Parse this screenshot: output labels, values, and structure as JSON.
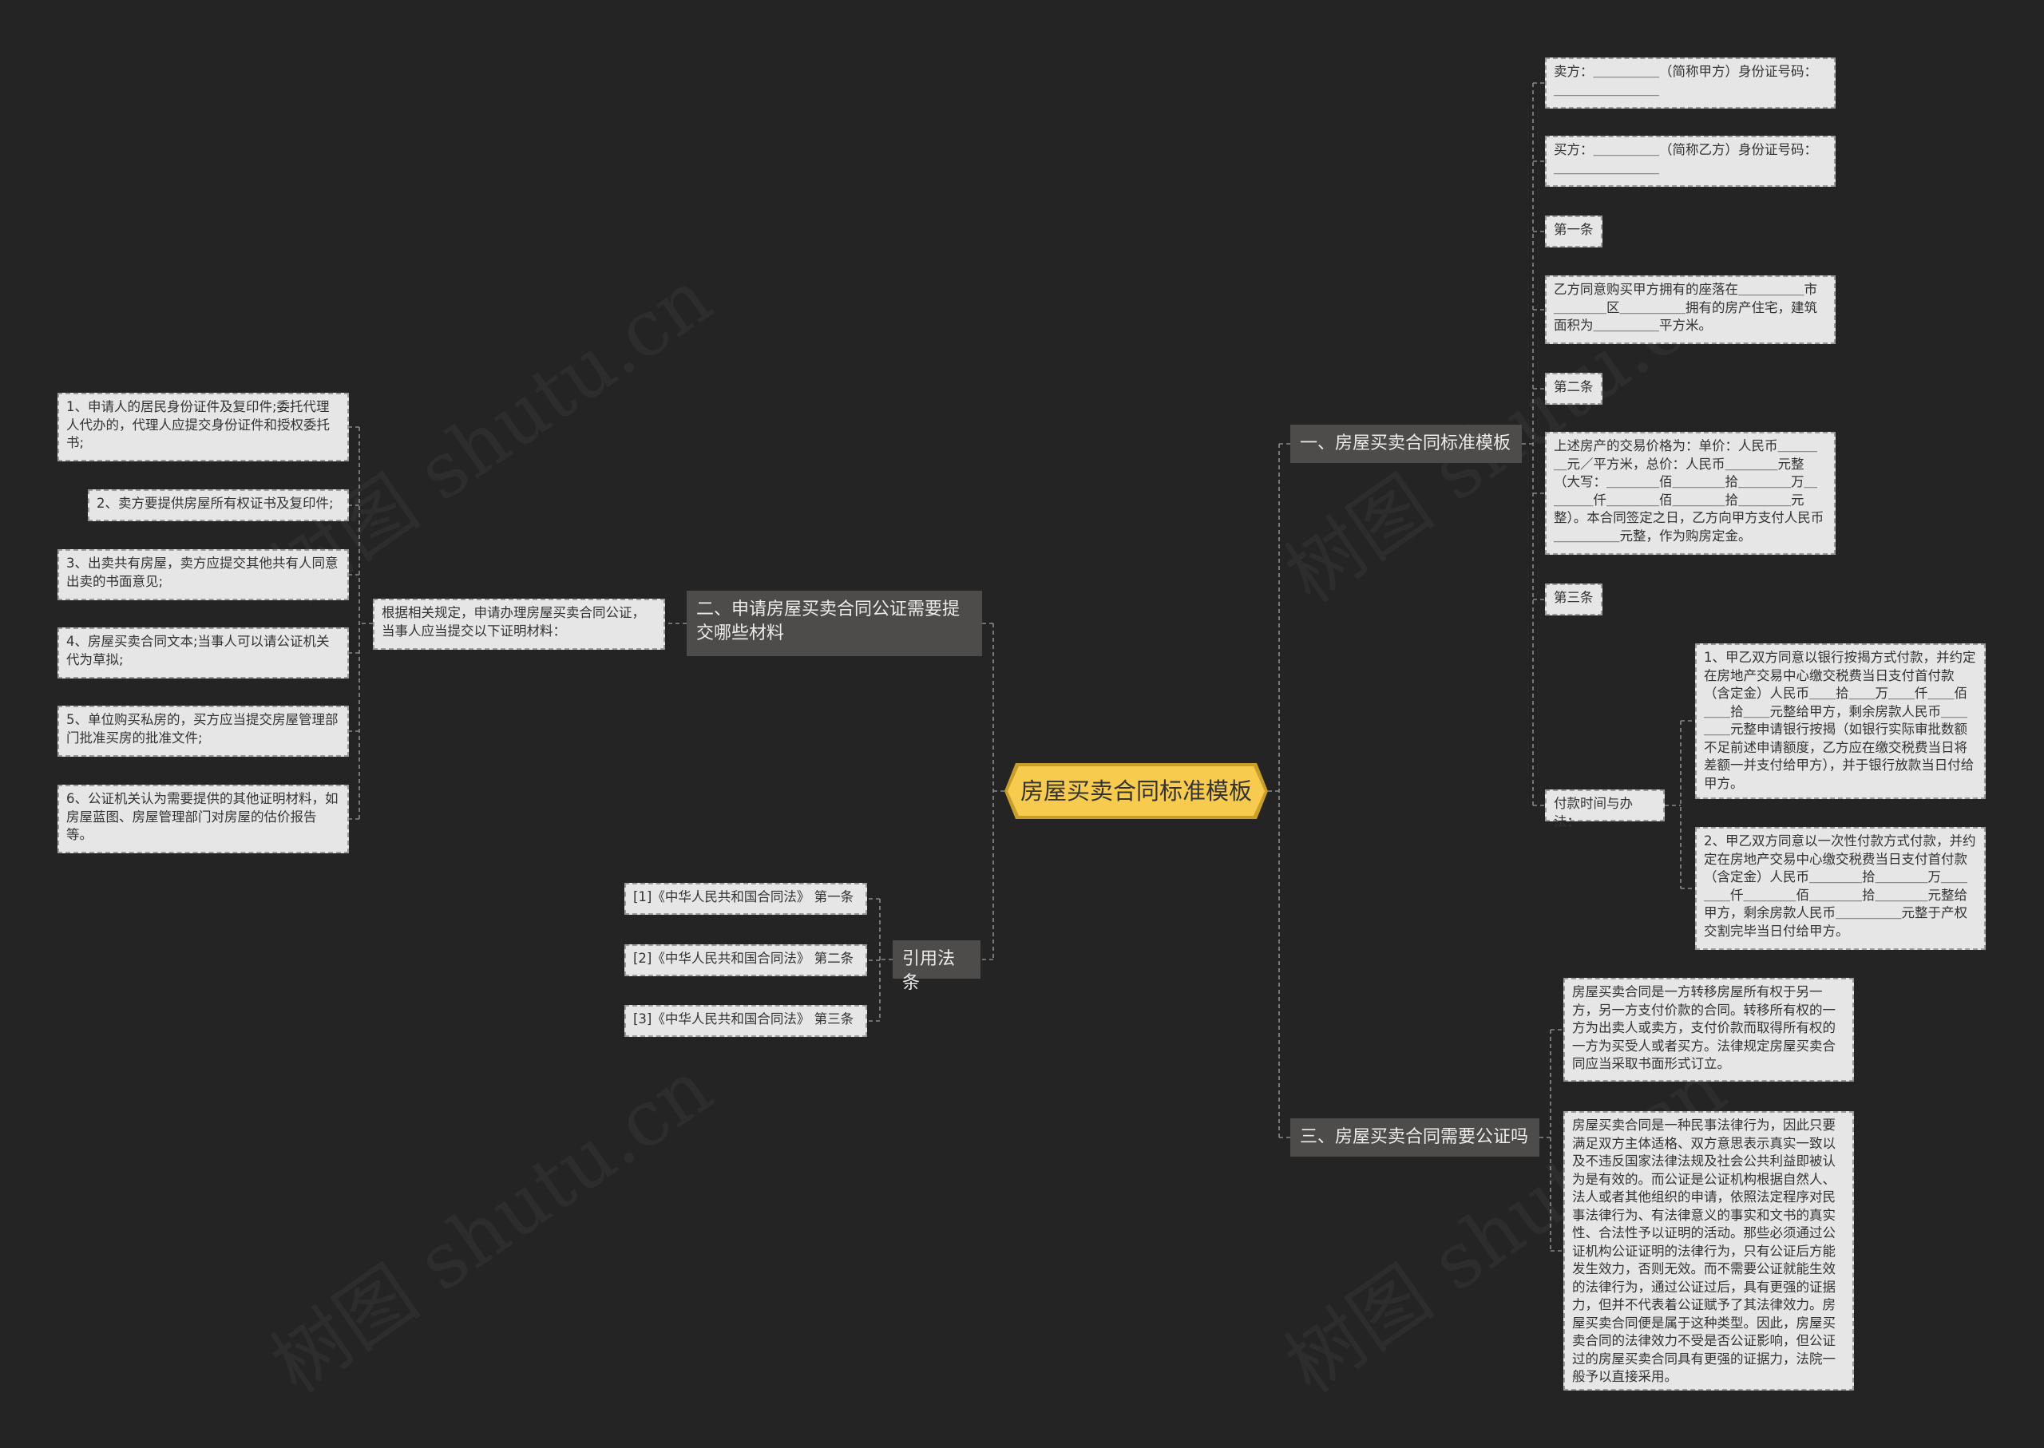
{
  "watermark": "树图 shutu.cn",
  "root": "房屋买卖合同标准模板",
  "branches": {
    "b1": "一、房屋买卖合同标准模板",
    "b2": "二、申请房屋买卖合同公证需要提交哪些材料",
    "b3": "三、房屋买卖合同需要公证吗",
    "b4": "引用法条"
  },
  "b1_items": {
    "seller": "卖方：＿＿＿＿＿（简称甲方）身份证号码：＿＿＿＿＿＿＿＿",
    "buyer": "买方：＿＿＿＿＿（简称乙方）身份证号码：＿＿＿＿＿＿＿＿",
    "art1": "第一条",
    "art1_text": "乙方同意购买甲方拥有的座落在＿＿＿＿＿市＿＿＿＿区＿＿＿＿＿拥有的房产住宅，建筑面积为＿＿＿＿＿平方米。",
    "art2": "第二条",
    "art2_text": "上述房产的交易价格为：单价：人民币＿＿＿＿元／平方米，总价：人民币＿＿＿＿元整（大写：＿＿＿＿佰＿＿＿＿拾＿＿＿＿万＿＿＿＿仟＿＿＿＿佰＿＿＿＿拾＿＿＿＿元整）。本合同签定之日，乙方向甲方支付人民币＿＿＿＿＿元整，作为购房定金。",
    "art3": "第三条",
    "payment": "付款时间与办法：",
    "pay1": "1、甲乙双方同意以银行按揭方式付款，并约定在房地产交易中心缴交税费当日支付首付款（含定金）人民币＿＿拾＿＿万＿＿仟＿＿佰＿＿拾＿＿元整给甲方，剩余房款人民币＿＿＿＿元整申请银行按揭（如银行实际审批数额不足前述申请额度，乙方应在缴交税费当日将差额一并支付给甲方），并于银行放款当日付给甲方。",
    "pay2": "2、甲乙双方同意以一次性付款方式付款，并约定在房地产交易中心缴交税费当日支付首付款（含定金）人民币＿＿＿＿拾＿＿＿＿万＿＿＿＿仟＿＿＿＿佰＿＿＿＿拾＿＿＿＿元整给甲方，剩余房款人民币＿＿＿＿＿元整于产权交割完毕当日付给甲方。"
  },
  "b2_intro": "根据相关规定，申请办理房屋买卖合同公证，当事人应当提交以下证明材料：",
  "b2_items": [
    "1、申请人的居民身份证件及复印件;委托代理人代办的，代理人应提交身份证件和授权委托书;",
    "2、卖方要提供房屋所有权证书及复印件;",
    "3、出卖共有房屋，卖方应提交其他共有人同意出卖的书面意见;",
    "4、房屋买卖合同文本;当事人可以请公证机关代为草拟;",
    "5、单位购买私房的，买方应当提交房屋管理部门批准买房的批准文件;",
    "6、公证机关认为需要提供的其他证明材料，如房屋蓝图、房屋管理部门对房屋的估价报告等。"
  ],
  "b3_items": [
    "房屋买卖合同是一方转移房屋所有权于另一方，另一方支付价款的合同。转移所有权的一方为出卖人或卖方，支付价款而取得所有权的一方为买受人或者买方。法律规定房屋买卖合同应当采取书面形式订立。",
    "房屋买卖合同是一种民事法律行为，因此只要满足双方主体适格、双方意思表示真实一致以及不违反国家法律法规及社会公共利益即被认为是有效的。而公证是公证机构根据自然人、法人或者其他组织的申请，依照法定程序对民事法律行为、有法律意义的事实和文书的真实性、合法性予以证明的活动。那些必须通过公证机构公证证明的法律行为，只有公证后方能发生效力，否则无效。而不需要公证就能生效的法律行为，通过公证过后，具有更强的证据力，但并不代表着公证赋予了其法律效力。房屋买卖合同便是属于这种类型。因此，房屋买卖合同的法律效力不受是否公证影响，但公证过的房屋买卖合同具有更强的证据力，法院一般予以直接采用。"
  ],
  "b4_items": [
    "[1]《中华人民共和国合同法》 第一条",
    "[2]《中华人民共和国合同法》 第二条",
    "[3]《中华人民共和国合同法》 第三条"
  ],
  "colors": {
    "background": "#242424",
    "root_fill": "#f7cc4e",
    "branch_fill": "#4e4c4a",
    "leaf_fill": "#e6e6e6",
    "connector": "#8a8a8a"
  }
}
